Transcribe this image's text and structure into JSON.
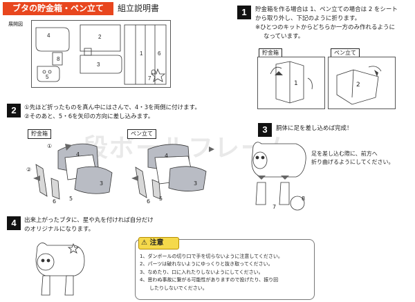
{
  "header": {
    "title": "ブタの貯金箱・ペン立て",
    "subtitle": "組立説明書"
  },
  "development": {
    "label": "展開図",
    "part_numbers": [
      "4",
      "2",
      "1",
      "8",
      "3",
      "5",
      "6",
      "7"
    ]
  },
  "steps": [
    {
      "number": "1",
      "lines": [
        "貯金箱を作る場合は 1、ペン立ての場合は 2 をシート",
        "から取り外し、下記のように折ります。",
        "※ひとつのキットからどちらか一方のみ作れるように",
        "なっています。"
      ],
      "labels": [
        "貯金箱",
        "ペン立て"
      ],
      "part_numbers": [
        "1",
        "2"
      ]
    },
    {
      "number": "2",
      "lines": [
        "①先ほど折ったものを真ん中にはさんで、4・3を両側に付けます。",
        "②そのあと、5・6を矢印の方向に差し込みます。"
      ],
      "labels": [
        "貯金箱",
        "ペン立て"
      ],
      "callouts": [
        "①",
        "②"
      ],
      "part_numbers": [
        "4",
        "3",
        "5",
        "6"
      ]
    },
    {
      "number": "3",
      "lines": [
        "胴体に足を差し込めば完成！"
      ],
      "note_lines": [
        "足を差し込む際に、前方へ",
        "折り曲げるようにしてください。"
      ],
      "part_numbers": [
        "7",
        "8"
      ]
    },
    {
      "number": "4",
      "lines": [
        "出来上がったブタに、星や丸を付ければ自分だけ",
        "のオリジナルになります。"
      ]
    }
  ],
  "caution": {
    "title": "注意",
    "items": [
      "1、ダンボールの切り口で手を切らないように注意してください。",
      "2、パーツは破れないようにゆっくりと抜き取ってください。",
      "3、なめたり、口に入れたりしないようにしてください。",
      "4、思わぬ事故に繋がる可能性がありますので投げたり、振り回",
      "　　したりしないでください。"
    ]
  },
  "watermark": "段ボールフレーム",
  "colors": {
    "title_bg": "#e8461e",
    "caution_bg": "#f5d94b",
    "step_badge": "#111111",
    "part_fill": "#b9bcc4"
  }
}
